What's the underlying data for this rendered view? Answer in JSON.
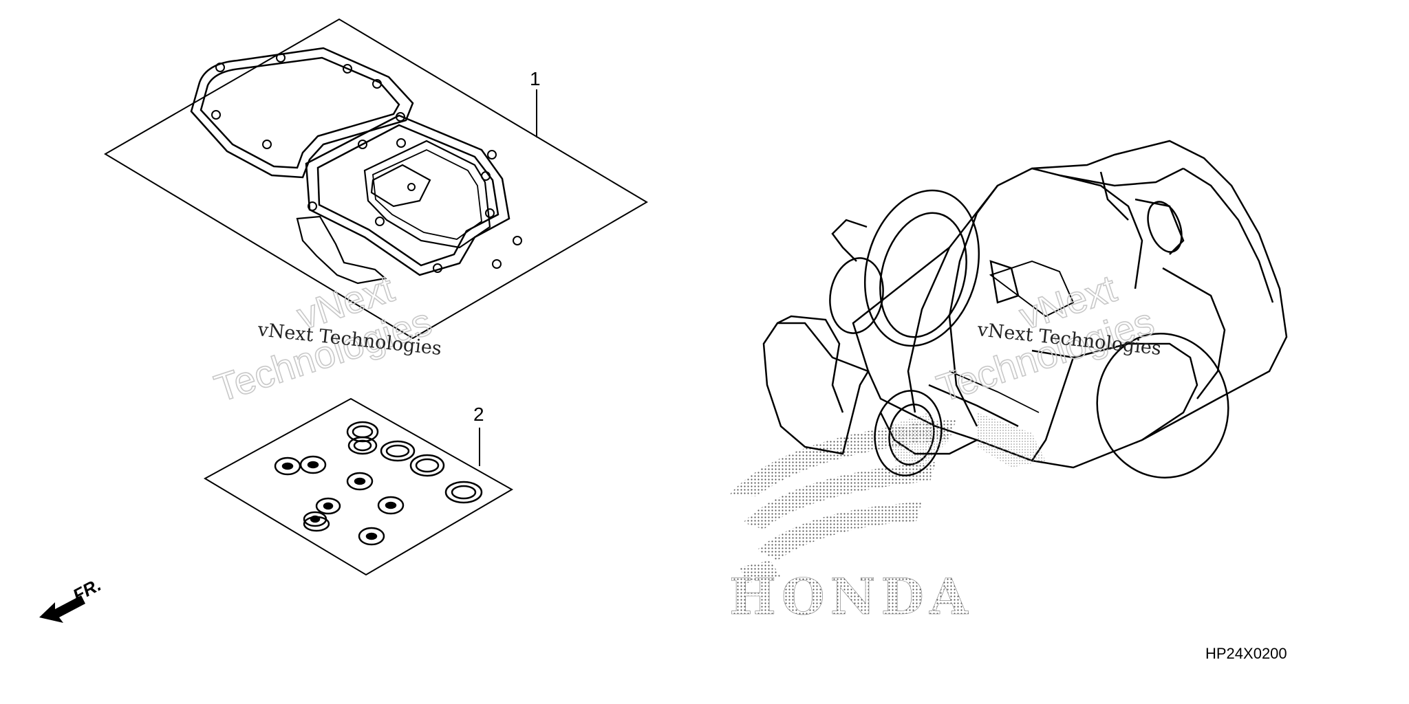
{
  "diagram": {
    "callouts": [
      {
        "id": "1",
        "label": "1"
      },
      {
        "id": "2",
        "label": "2"
      }
    ],
    "direction_label": "FR.",
    "diagram_code": "HP24X0200",
    "brand": "HONDA",
    "watermark": {
      "line_small": "vNext Technologies",
      "line_big_1": "vNext",
      "line_big_2": "Technologies"
    },
    "icons": [
      "gasket-kit-a-icon",
      "gasket-kit-b-icon",
      "engine-assembly-icon",
      "honda-wing-logo-icon",
      "front-direction-arrow-icon"
    ],
    "colors": {
      "line": "#000000",
      "background": "#ffffff",
      "watermark": "#c8c8c8"
    }
  }
}
